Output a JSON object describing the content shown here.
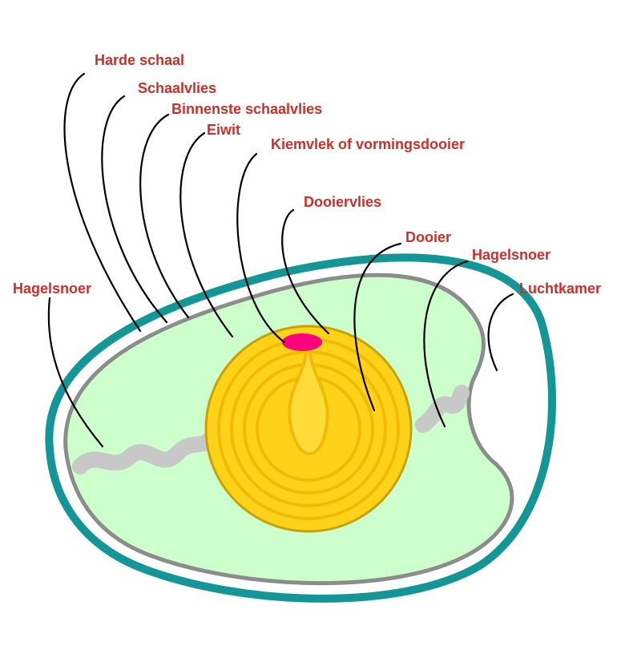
{
  "colors": {
    "background": "#ffffff",
    "label": "#c8302a",
    "shell": "#159696",
    "membrane": "#8c8c8c",
    "egg_white": "#ccffcc",
    "yolk": "#ffd21a",
    "yolk_outline": "#c7a10a",
    "yolk_rings": "#f0bb08",
    "germinal_disc": "#ff007f",
    "chalaza": "#c8c8c8",
    "leader_line": "#000000"
  },
  "labels": {
    "harde_schaal": "Harde schaal",
    "schaalvlies": "Schaalvlies",
    "binnenste_schaalvlies": "Binnenste schaalvlies",
    "eiwit": "Eiwit",
    "kiemvlek": "Kiemvlek of vormingsdooier",
    "dooiervlies": "Dooiervlies",
    "dooier": "Dooier",
    "hagelsnoer_right": "Hagelsnoer",
    "luchtkamer": "Luchtkamer",
    "hagelsnoer_left": "Hagelsnoer"
  }
}
